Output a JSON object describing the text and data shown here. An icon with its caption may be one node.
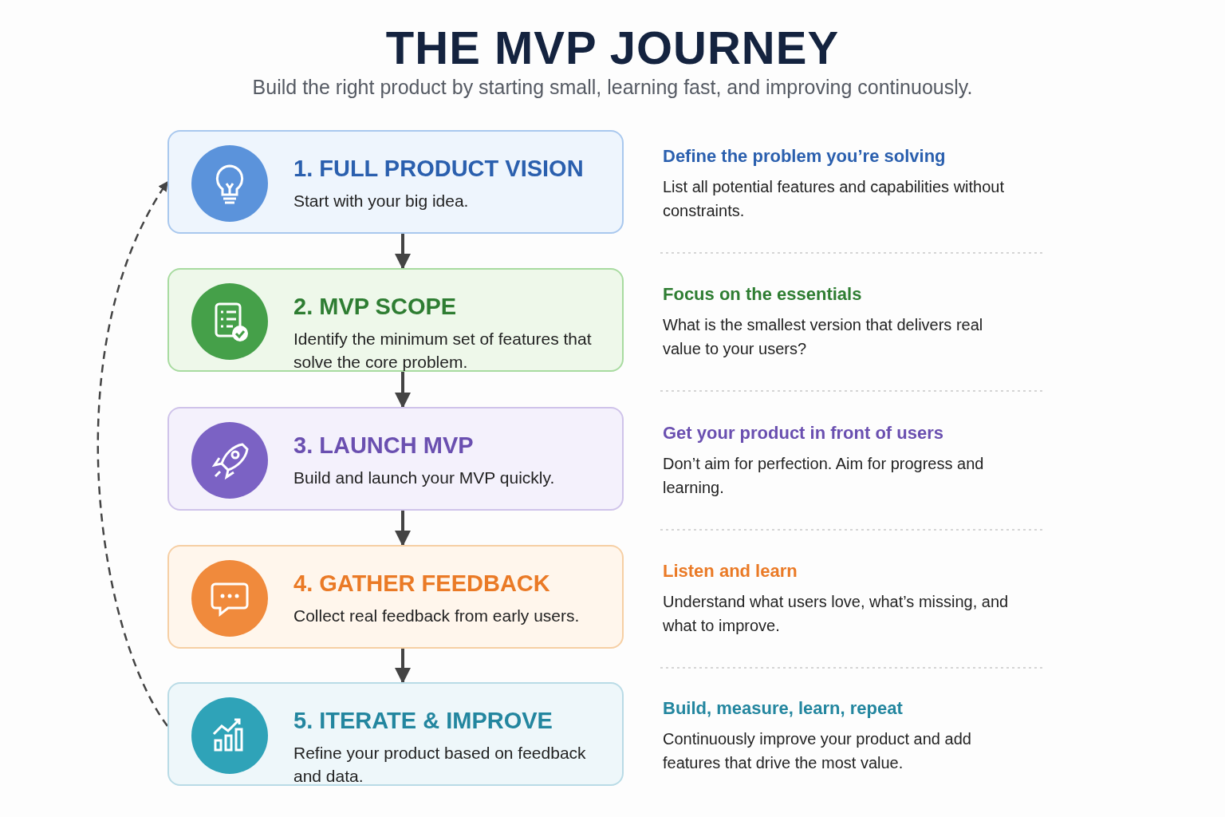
{
  "diagram": {
    "title": "THE MVP JOURNEY",
    "caption": "Build the right product by starting small, learning fast, and improving continuously.",
    "nodes": [
      {
        "text": [
          "1. FULL PRODUCT VISION",
          "Start with your big idea."
        ],
        "beside": [
          "Define the problem you’re solving",
          "List all potential features and capabilities without constraints."
        ]
      },
      {
        "text": [
          "2. MVP SCOPE",
          "Identify the minimum set of features that solve the core problem."
        ],
        "beside": [
          "Focus on the essentials",
          "What is the smallest version that delivers real value to your users?"
        ]
      },
      {
        "text": [
          "3. LAUNCH MVP",
          "Build and launch your MVP quickly."
        ],
        "beside": [
          "Get your product in front of users",
          "Don’t aim for perfection. Aim for progress and learning."
        ]
      },
      {
        "text": [
          "4. GATHER FEEDBACK",
          "Collect real feedback from early users."
        ],
        "beside": [
          "Listen and learn",
          "Understand what users love, what’s missing, and what to improve."
        ]
      },
      {
        "text": [
          "5. ITERATE & IMPROVE",
          "Refine your product based on feedback and data."
        ],
        "beside": [
          "Build, measure, learn, repeat",
          "Continuously improve your product and add features that drive the most value."
        ]
      }
    ],
    "edges": [
      {
        "from": 0,
        "to": 1,
        "arrow": "to"
      },
      {
        "from": 1,
        "to": 2,
        "arrow": "to"
      },
      {
        "from": 2,
        "to": 3,
        "arrow": "to"
      },
      {
        "from": 3,
        "to": 4,
        "arrow": "to"
      },
      {
        "from": 4,
        "to": 0,
        "arrow": "to",
        "style": "dashed"
      }
    ]
  }
}
